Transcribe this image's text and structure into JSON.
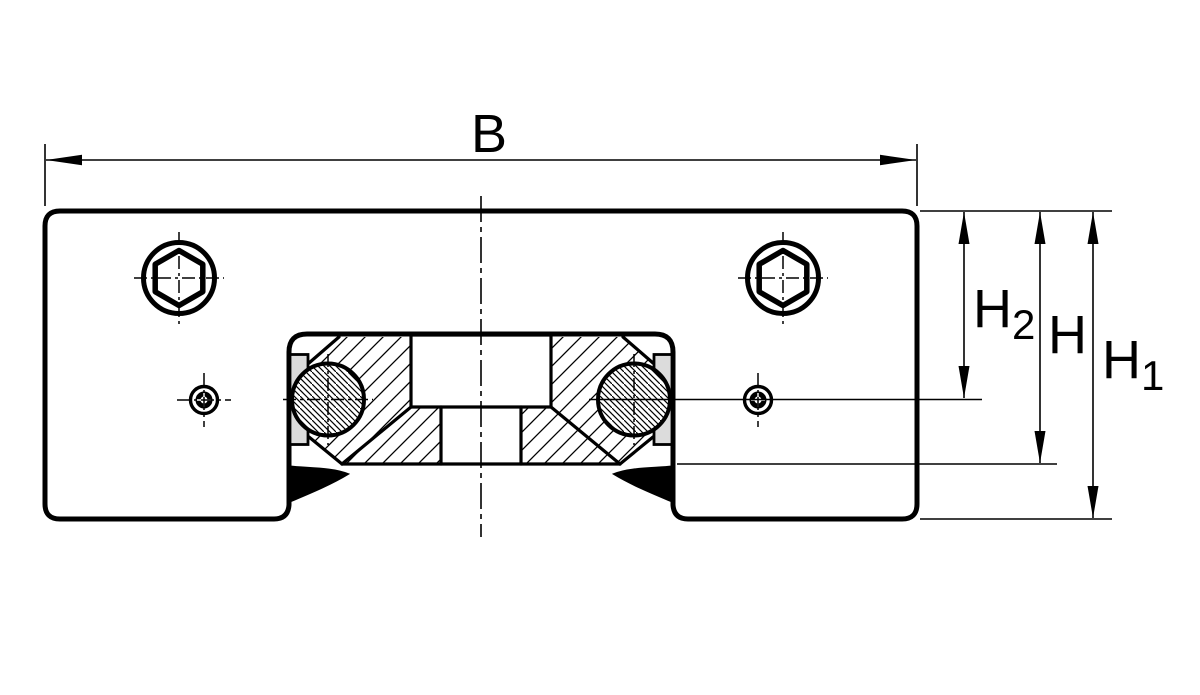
{
  "drawing": {
    "background": "#ffffff",
    "line_color": "#000000",
    "seal_fill": "#dcdcdc",
    "wiper_fill": "#000000",
    "labels": {
      "b": "B",
      "h2_main": "H",
      "h2_sub": "2",
      "h_main": "H",
      "h1_main": "H",
      "h1_sub": "1"
    }
  }
}
